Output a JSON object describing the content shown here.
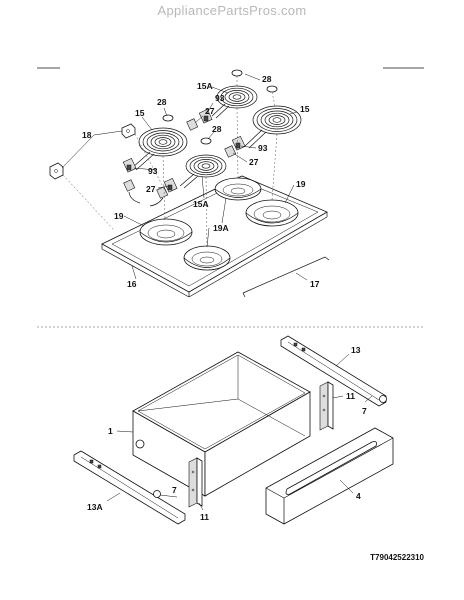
{
  "watermark": "AppliancePartsPros.com",
  "diagram_code": "T79042522310",
  "callouts": {
    "c28a": "28",
    "c15a": "15A",
    "c93a": "93",
    "c28b": "28",
    "c27a": "27",
    "c15": "15",
    "c15r": "15",
    "c18": "18",
    "c28c": "28",
    "c93b": "93",
    "c27b": "27",
    "c93c": "93",
    "c27c": "27",
    "c15ab": "15A",
    "c19l": "19",
    "c19r": "19",
    "c19a": "19A",
    "c16": "16",
    "c17": "17",
    "c13": "13",
    "c11r": "11",
    "c7r": "7",
    "c1": "1",
    "c4": "4",
    "c13a": "13A",
    "c7l": "7",
    "c11l": "11"
  }
}
